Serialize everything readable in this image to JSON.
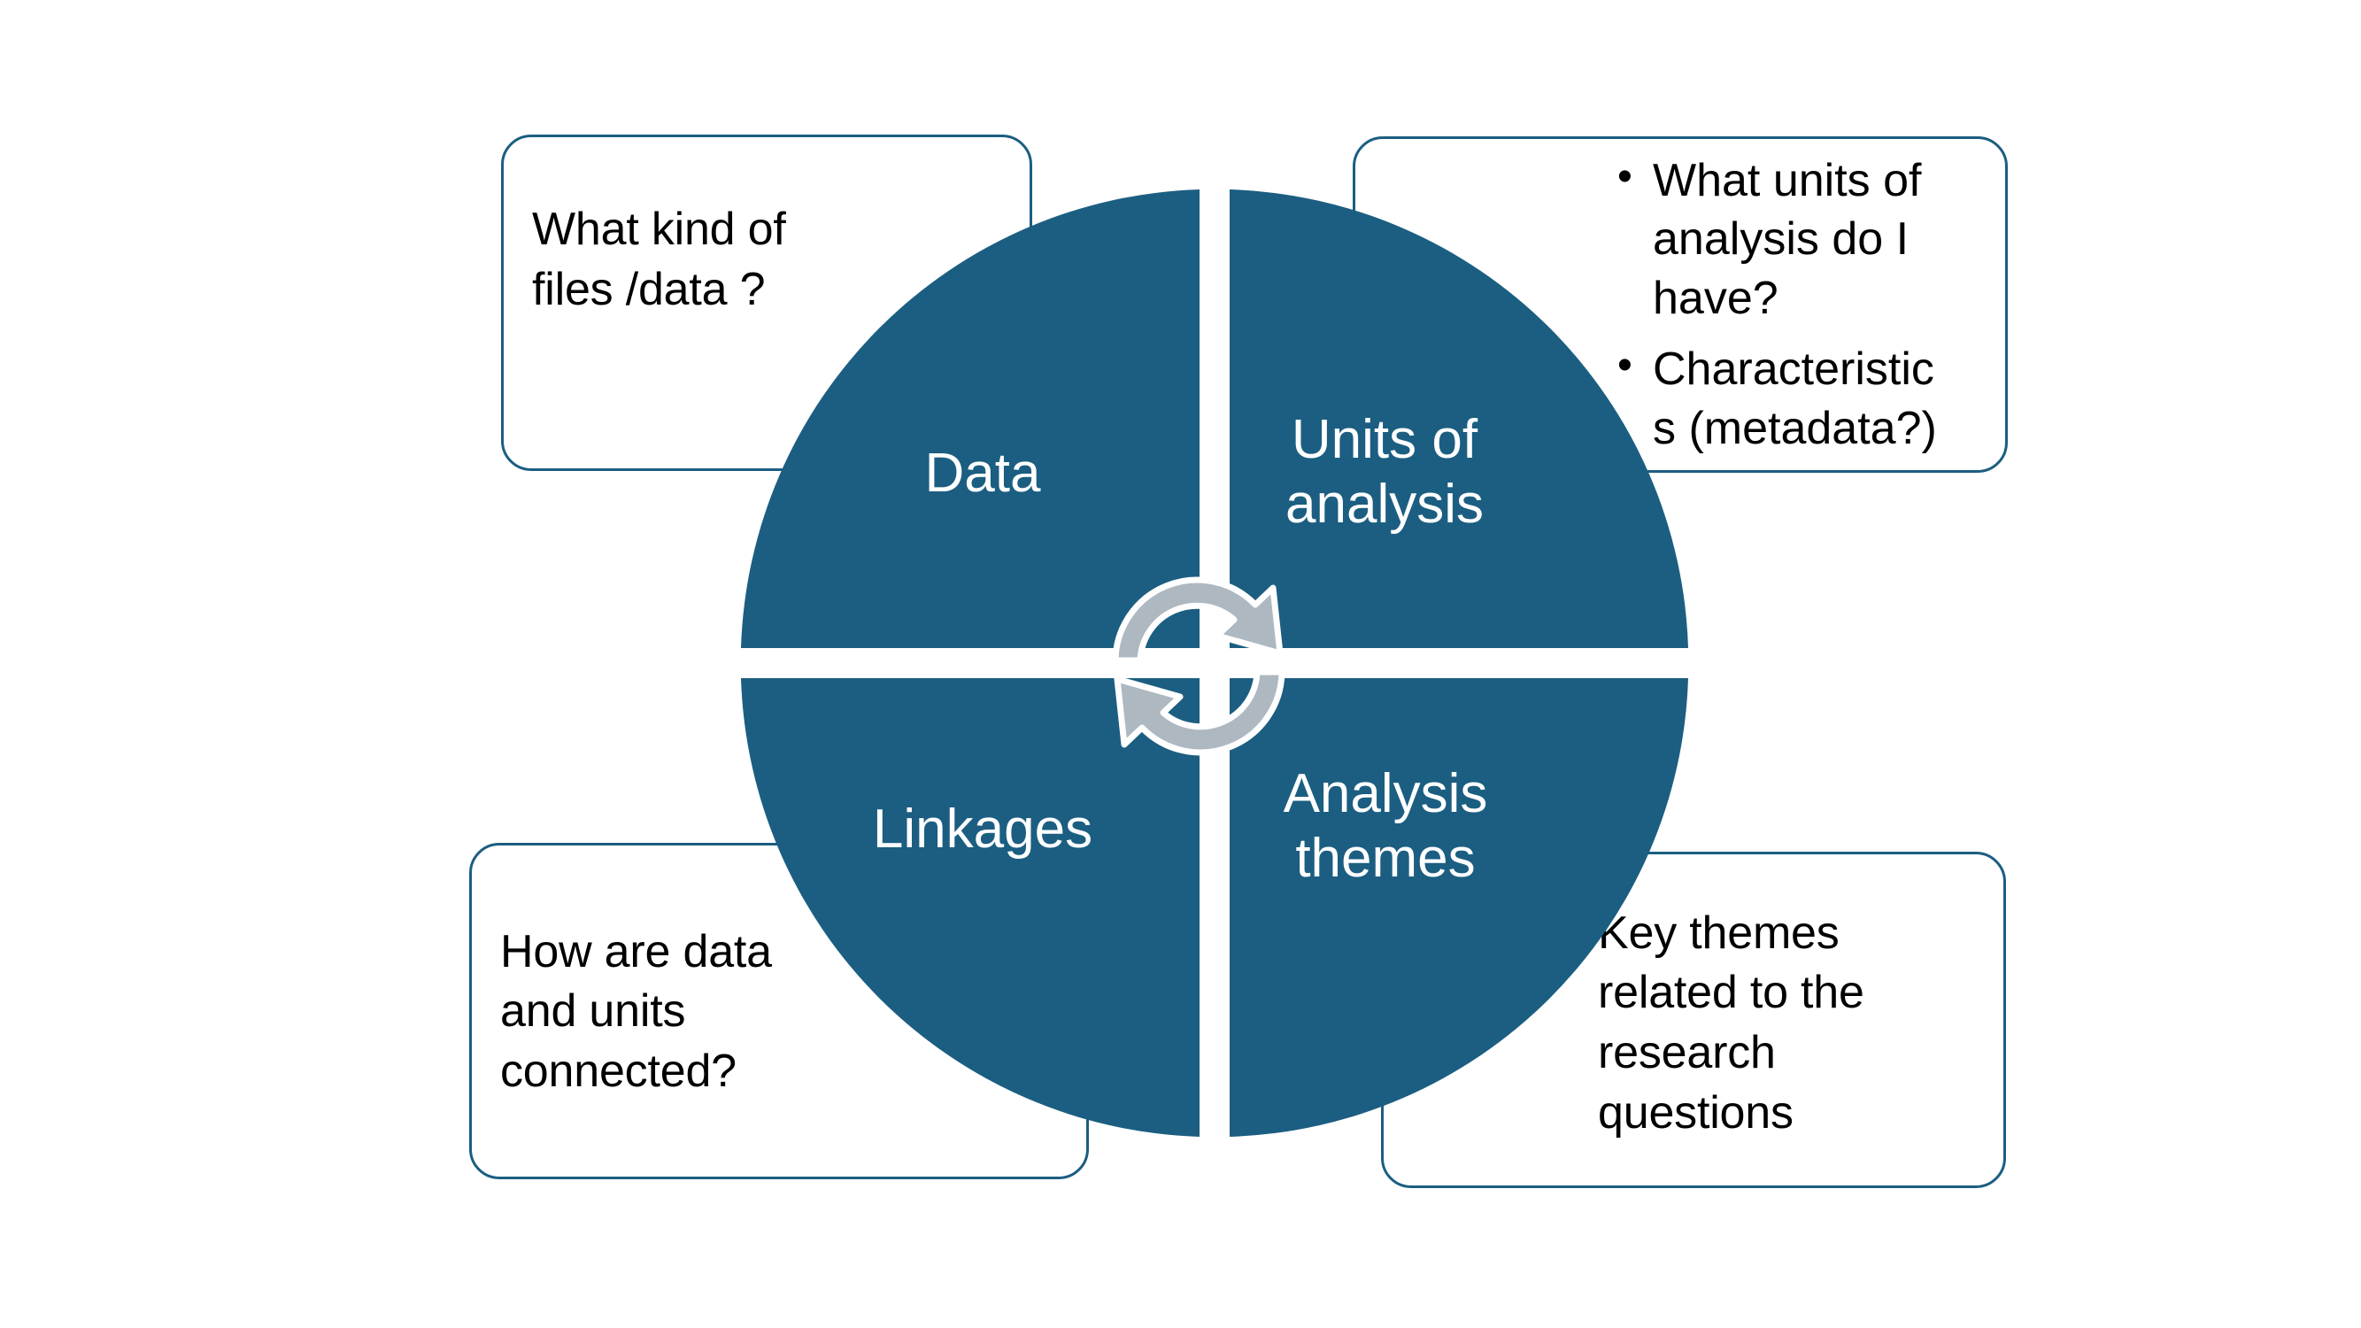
{
  "diagram": {
    "title": "Data analysis framework wheel",
    "colors": {
      "wheel_fill": "#1B5E81",
      "callout_border": "#1B5E81",
      "callout_fill": "#FFFFFF",
      "quadrant_label": "#FFFFFF",
      "arrow_fill": "#AEB8C0",
      "arrow_outline": "#FFFFFF",
      "background": "#FFFFFF",
      "body_text": "#000000"
    },
    "quadrants": [
      {
        "id": "data",
        "label": "Data",
        "position": "top-left"
      },
      {
        "id": "units-of-analysis",
        "label": "Units of\nanalysis",
        "position": "top-right"
      },
      {
        "id": "linkages",
        "label": "Linkages",
        "position": "bottom-left"
      },
      {
        "id": "analysis-themes",
        "label": "Analysis\nthemes",
        "position": "bottom-right"
      }
    ],
    "callouts": [
      {
        "id": "data-callout",
        "position": "top-left",
        "linked_quadrant": "Data",
        "type": "paragraph",
        "lines": [
          "What kind of",
          "files /data ?"
        ]
      },
      {
        "id": "units-callout",
        "position": "top-right",
        "linked_quadrant": "Units of analysis",
        "type": "bullets",
        "bullets": [
          "What units of analysis do I have?",
          "Characteristics (metadata?)"
        ],
        "bullet_lines": [
          [
            "What units of",
            "analysis do I",
            "have?"
          ],
          [
            "Characteristic",
            "s (metadata?)"
          ]
        ]
      },
      {
        "id": "linkages-callout",
        "position": "bottom-left",
        "linked_quadrant": "Linkages",
        "type": "paragraph",
        "lines": [
          "How are data",
          "and units",
          "connected?"
        ]
      },
      {
        "id": "themes-callout",
        "position": "bottom-right",
        "linked_quadrant": "Analysis themes",
        "type": "paragraph",
        "lines": [
          "Key themes",
          "related to the",
          "research",
          "questions"
        ]
      }
    ],
    "arrows": [
      {
        "id": "top-cycle-arrow",
        "direction": "clockwise",
        "description": "curved arrow pointing right-down"
      },
      {
        "id": "bottom-cycle-arrow",
        "direction": "counter-clockwise",
        "description": "curved arrow pointing left-up"
      }
    ]
  }
}
